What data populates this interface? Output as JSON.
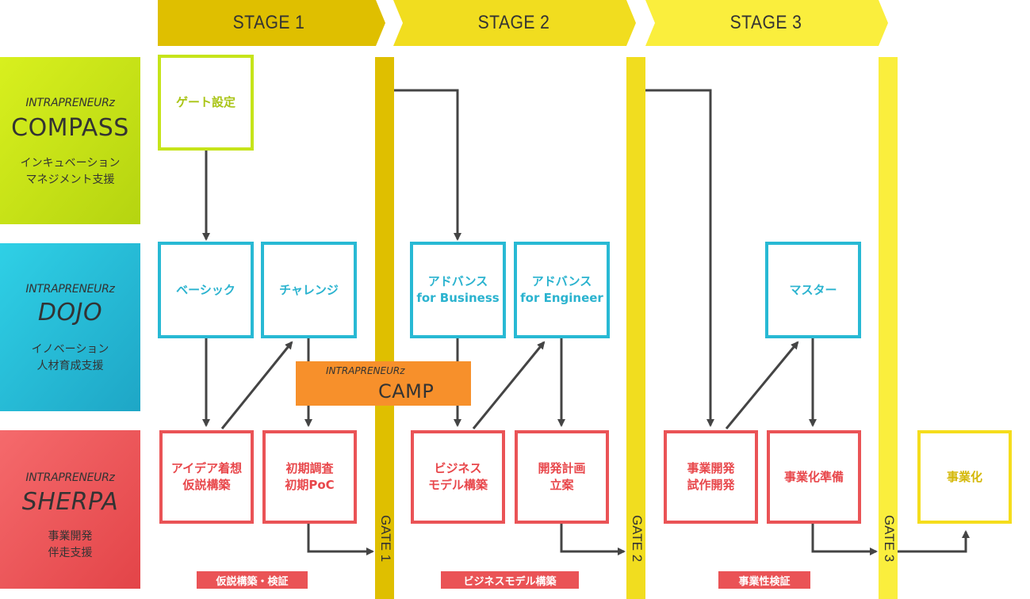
{
  "stages": [
    "STAGE 1",
    "STAGE 2",
    "STAGE 3"
  ],
  "panels": {
    "compass": {
      "sub": "INTRAPRENEURz",
      "name": "COMPASS",
      "desc": [
        "インキュベーション",
        "マネジメント支援"
      ]
    },
    "dojo": {
      "sub": "INTRAPRENEURz",
      "name": "DOJO",
      "desc": [
        "イノベーション",
        "人材育成支援"
      ]
    },
    "sherpa": {
      "sub": "INTRAPRENEURz",
      "name": "SHERPA",
      "desc": [
        "事業開発",
        "伴走支援"
      ]
    }
  },
  "boxes": {
    "gate_setting": "ゲート設定",
    "basic": "ベーシック",
    "challenge": "チャレンジ",
    "advance_business": "アドバンス\nfor Business",
    "advance_engineer": "アドバンス\nfor Engineer",
    "master": "マスター",
    "idea": "アイデア着想\n仮説構築",
    "initial_research": "初期調査\n初期PoC",
    "business_model": "ビジネス\nモデル構築",
    "dev_plan": "開発計画\n立案",
    "biz_dev": "事業開発\n試作開発",
    "commercialization_prep": "事業化準備",
    "commercialization": "事業化"
  },
  "camp": {
    "sub": "INTRAPRENEURz",
    "name": "CAMP"
  },
  "gates": [
    "GATE 1",
    "GATE 2",
    "GATE 3"
  ],
  "tags": [
    "仮説構築・検証",
    "ビジネスモデル構築",
    "事業性検証"
  ],
  "colors": {
    "stage1": "#e0c000",
    "stage2": "#f0dc20",
    "stage3": "#f8ec3c",
    "compass": "#c6e41a",
    "dojo": "#28b9d4",
    "sherpa": "#ea5356",
    "camp": "#f7902b"
  }
}
